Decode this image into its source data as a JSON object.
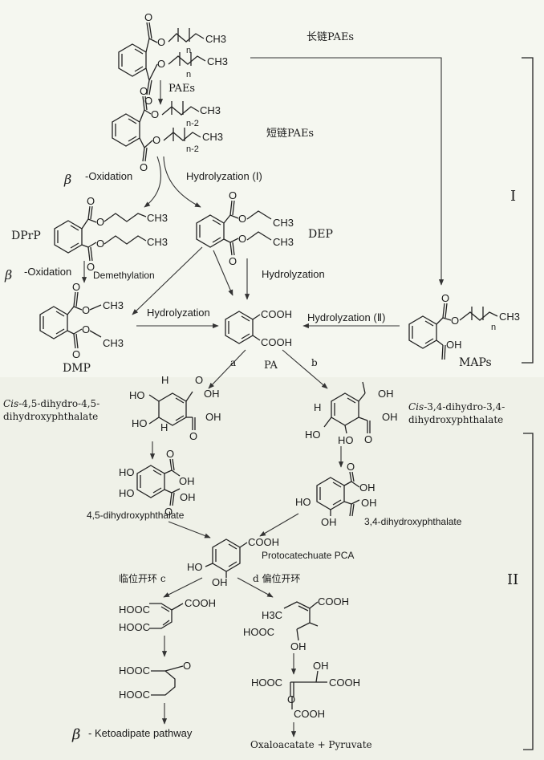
{
  "colors": {
    "top_bg": "#f5f7f0",
    "bottom_bg": "#eff1e8",
    "ink": "#1a1a1a"
  },
  "chem": {
    "O": "O",
    "CH3": "CH3",
    "n": "n",
    "n2": "n-2",
    "COOH": "COOH",
    "HOOC": "HOOC",
    "OH": "OH",
    "HO": "HO",
    "H": "H",
    "H3C": "H3C"
  },
  "labels": {
    "paes": "PAEs",
    "long_chain_paes": "长链PAEs",
    "short_chain_paes": "短链PAEs",
    "beta": "β",
    "oxidation": "-Oxidation",
    "hydrolyzation_1": "Hydrolyzation (Ⅰ)",
    "dprp": "DPrP",
    "dep": "DEP",
    "demethylation": "Demethylation",
    "hydrolyzation": "Hydrolyzation",
    "hydrolyzation_2": "Hydrolyzation (Ⅱ)",
    "dmp": "DMP",
    "pa": "PA",
    "maps": "MAPs",
    "branch_a": "a",
    "branch_b": "b",
    "cis45_italic": "Cis",
    "cis45_line1_rest": "-4,5-dihydro-4,5-",
    "cis45_line2": "dihydroxyphthalate",
    "cis34_italic": "Cis",
    "cis34_line1_rest": "-3,4-dihydro-3,4-",
    "cis34_line2": "dihydroxyphthalate",
    "dhp45": "4,5-dihydroxyphthalate",
    "dhp34": "3,4-dihydroxyphthalate",
    "pca": "Protocatechuate PCA",
    "ortho_cleavage": "临位开环 c",
    "meta_cleavage": "d 偏位开环",
    "ketoadipate": "- Ketoadipate pathway",
    "oxaloacetate": "Oxaloacatate + Pyruvate",
    "stage1": "I",
    "stage2": "II"
  }
}
